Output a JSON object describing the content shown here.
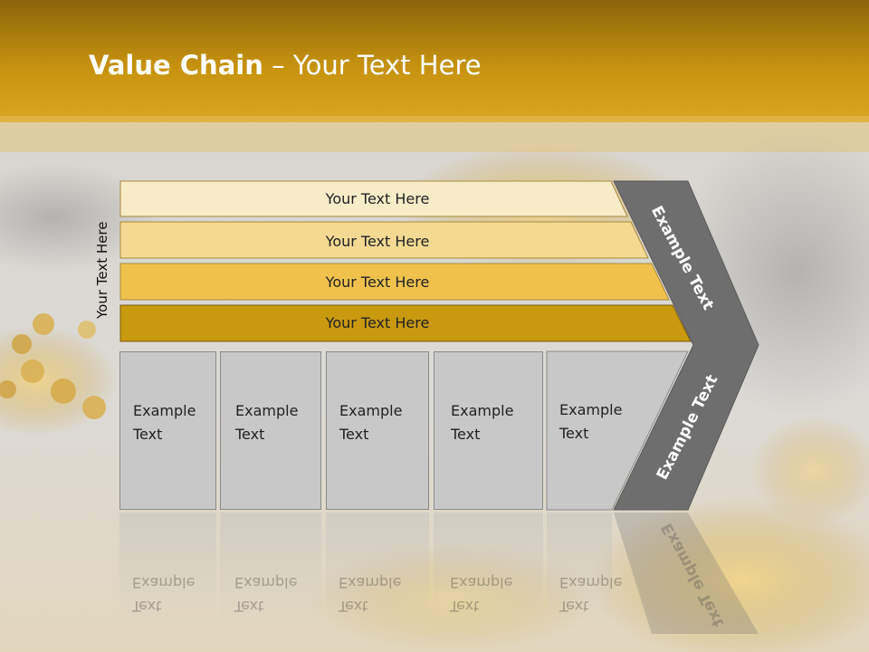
{
  "title": {
    "bold": "Value Chain",
    "rest": " – Your Text Here"
  },
  "side_label": "Your Text Here",
  "bands": [
    {
      "label": "Your Text Here",
      "color": "#f8ebc8"
    },
    {
      "label": "Your Text Here",
      "color": "#f4d993"
    },
    {
      "label": "Your Text Here",
      "color": "#f0c24d"
    },
    {
      "label": "Your Text Here",
      "color": "#c99a10"
    }
  ],
  "boxes": [
    {
      "line1": "Example",
      "line2": "Text"
    },
    {
      "line1": "Example",
      "line2": "Text"
    },
    {
      "line1": "Example",
      "line2": "Text"
    },
    {
      "line1": "Example",
      "line2": "Text"
    },
    {
      "line1": "Example",
      "line2": "Text"
    }
  ],
  "chevron": {
    "upper_label": "Example Text",
    "lower_label": "Example Text",
    "color": "#6e6e6e"
  },
  "colors": {
    "header": "#c38e0f",
    "box_fill": "#c8c8c8"
  }
}
